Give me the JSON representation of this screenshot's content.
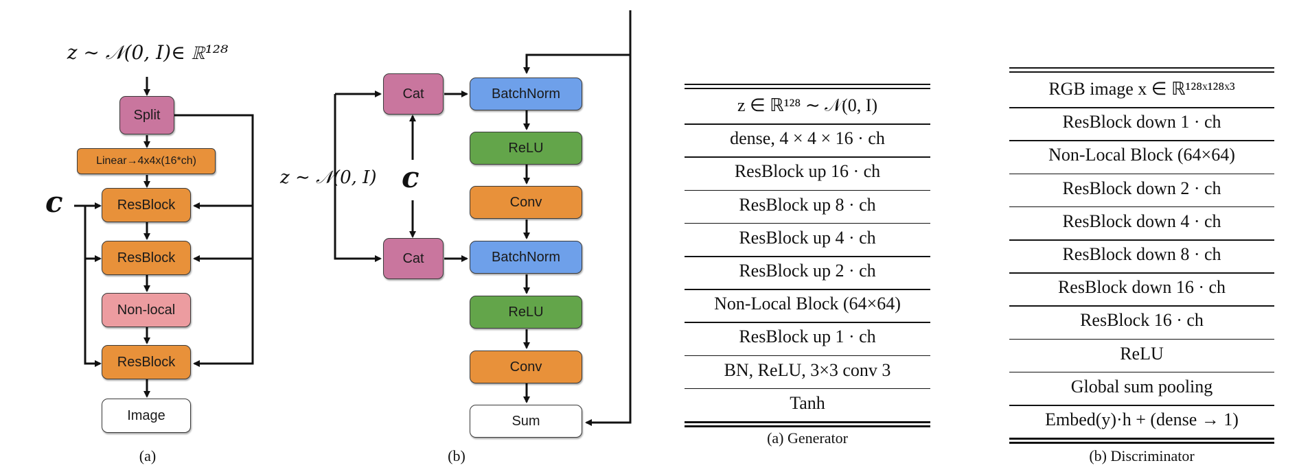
{
  "diagram_a": {
    "input_label": "z ∼ 𝒩(0, I)∈ ℝ¹²⁸",
    "split": "Split",
    "linear": "Linear→4x4x(16*ch)",
    "c_label": "c",
    "resblock1": "ResBlock",
    "resblock2": "ResBlock",
    "nonlocal": "Non-local",
    "resblock3": "ResBlock",
    "image": "Image",
    "caption": "(a)"
  },
  "diagram_b": {
    "z_label": "z ∼ 𝒩(0, I)",
    "c_label": "c",
    "cat1": "Cat",
    "cat2": "Cat",
    "batchnorm1": "BatchNorm",
    "relu1": "ReLU",
    "conv1": "Conv",
    "batchnorm2": "BatchNorm",
    "relu2": "ReLU",
    "conv2": "Conv",
    "sum": "Sum",
    "caption": "(b)"
  },
  "generator_table": {
    "rows": [
      "z ∈ ℝ¹²⁸ ∼ 𝒩(0, I)",
      "dense, 4 × 4 × 16 · ch",
      "ResBlock up 16 · ch",
      "ResBlock up 8 · ch",
      "ResBlock up 4 · ch",
      "ResBlock up 2 · ch",
      "Non-Local Block (64×64)",
      "ResBlock up 1 · ch",
      "BN, ReLU, 3×3 conv 3",
      "Tanh"
    ],
    "caption": "(a)  Generator"
  },
  "discriminator_table": {
    "rows": [
      "RGB image x ∈ ℝ¹²⁸ˣ¹²⁸ˣ³",
      "ResBlock down 1 · ch",
      "Non-Local Block (64×64)",
      "ResBlock down 2 · ch",
      "ResBlock down 4 · ch",
      "ResBlock down 8 · ch",
      "ResBlock down 16 · ch",
      "ResBlock 16 · ch",
      "ReLU",
      "Global sum pooling",
      "Embed(y)·h + (dense → 1)"
    ],
    "caption": "(b)  Discriminator"
  }
}
